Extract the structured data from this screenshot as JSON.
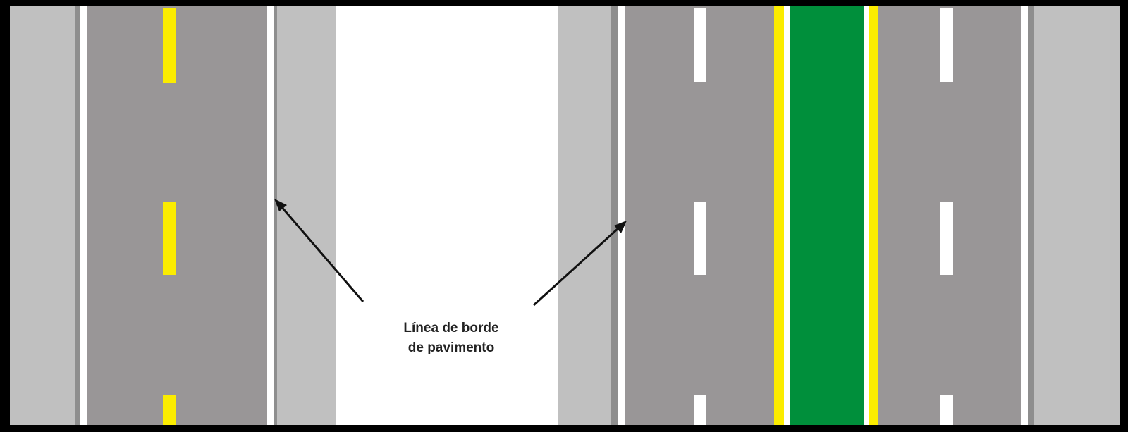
{
  "label": {
    "line1": "Línea de borde",
    "line2": "de pavimento"
  },
  "colors": {
    "asphalt": "#999697",
    "shoulder": "#c0c0c0",
    "edge_line": "#ffffff",
    "center_line": "#fbec00",
    "median": "#008f3b",
    "frame": "#000000"
  },
  "icons": [
    "arrow-left-edge",
    "arrow-right-edge"
  ]
}
